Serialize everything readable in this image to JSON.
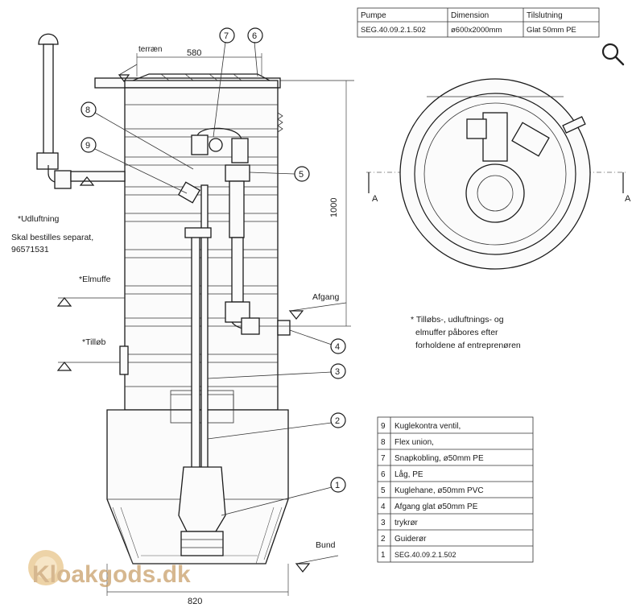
{
  "header_table": {
    "columns": [
      "Pumpe",
      "Dimension",
      "Tilslutning"
    ],
    "row": [
      "SEG.40.09.2.1.502",
      "ø600x2000mm",
      "Glat 50mm PE"
    ]
  },
  "labels": {
    "terrain": "terræn",
    "width_top": "580",
    "width_bottom": "820",
    "height": "1000",
    "udluftning": "*Udluftning",
    "udluftning_note_1": "Skal bestilles separat,",
    "udluftning_note_2": "96571531",
    "elmuffe": "*Elmuffe",
    "tilloeb": "*Tilløb",
    "afgang": "Afgang",
    "bund": "Bund",
    "section_a_left": "A",
    "section_a_right": "A"
  },
  "callout_numbers": [
    "1",
    "2",
    "3",
    "4",
    "5",
    "6",
    "7",
    "8",
    "9"
  ],
  "note": {
    "line1": "* Tilløbs-, udluftnings- og",
    "line2": "elmuffer påbores efter",
    "line3": "forholdene af entreprenøren"
  },
  "parts_list": [
    {
      "no": "9",
      "desc": "Kuglekontra ventil,"
    },
    {
      "no": "8",
      "desc": "Flex union,"
    },
    {
      "no": "7",
      "desc": "Snapkobling, ø50mm  PE"
    },
    {
      "no": "6",
      "desc": "Låg, PE"
    },
    {
      "no": "5",
      "desc": "Kuglehane, ø50mm PVC"
    },
    {
      "no": "4",
      "desc": "Afgang glat ø50mm PE"
    },
    {
      "no": "3",
      "desc": "trykrør"
    },
    {
      "no": "2",
      "desc": "Guiderør"
    },
    {
      "no": "1",
      "desc": "SEG.40.09.2.1.502"
    }
  ],
  "watermark": "Kloakgods.dk",
  "icons": {
    "search": "search-icon"
  }
}
